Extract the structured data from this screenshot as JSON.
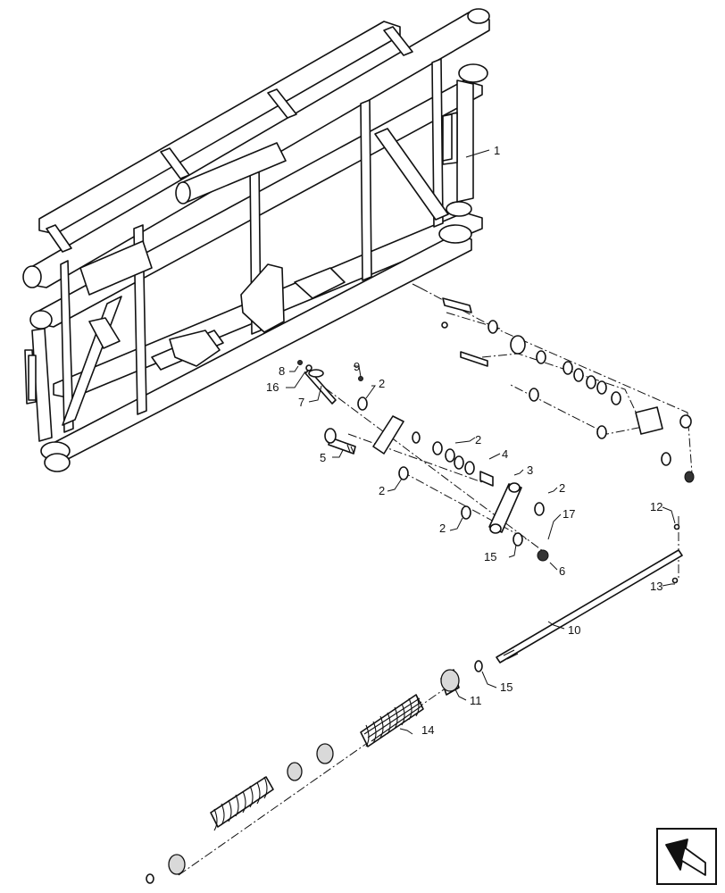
{
  "callouts": [
    {
      "id": "c1",
      "text": "1"
    },
    {
      "id": "c2a",
      "text": "2"
    },
    {
      "id": "c2b",
      "text": "2"
    },
    {
      "id": "c2c",
      "text": "2"
    },
    {
      "id": "c2d",
      "text": "2"
    },
    {
      "id": "c2e",
      "text": "2"
    },
    {
      "id": "c3",
      "text": "3"
    },
    {
      "id": "c4",
      "text": "4"
    },
    {
      "id": "c5",
      "text": "5"
    },
    {
      "id": "c6",
      "text": "6"
    },
    {
      "id": "c7",
      "text": "7"
    },
    {
      "id": "c8",
      "text": "8"
    },
    {
      "id": "c9",
      "text": "9"
    },
    {
      "id": "c10",
      "text": "10"
    },
    {
      "id": "c11",
      "text": "11"
    },
    {
      "id": "c12",
      "text": "12"
    },
    {
      "id": "c13",
      "text": "13"
    },
    {
      "id": "c14",
      "text": "14"
    },
    {
      "id": "c15a",
      "text": "15"
    },
    {
      "id": "c15b",
      "text": "15"
    },
    {
      "id": "c16",
      "text": "16"
    },
    {
      "id": "c17",
      "text": "17"
    }
  ],
  "icons": {
    "corner": "next-page-arrow-icon"
  }
}
